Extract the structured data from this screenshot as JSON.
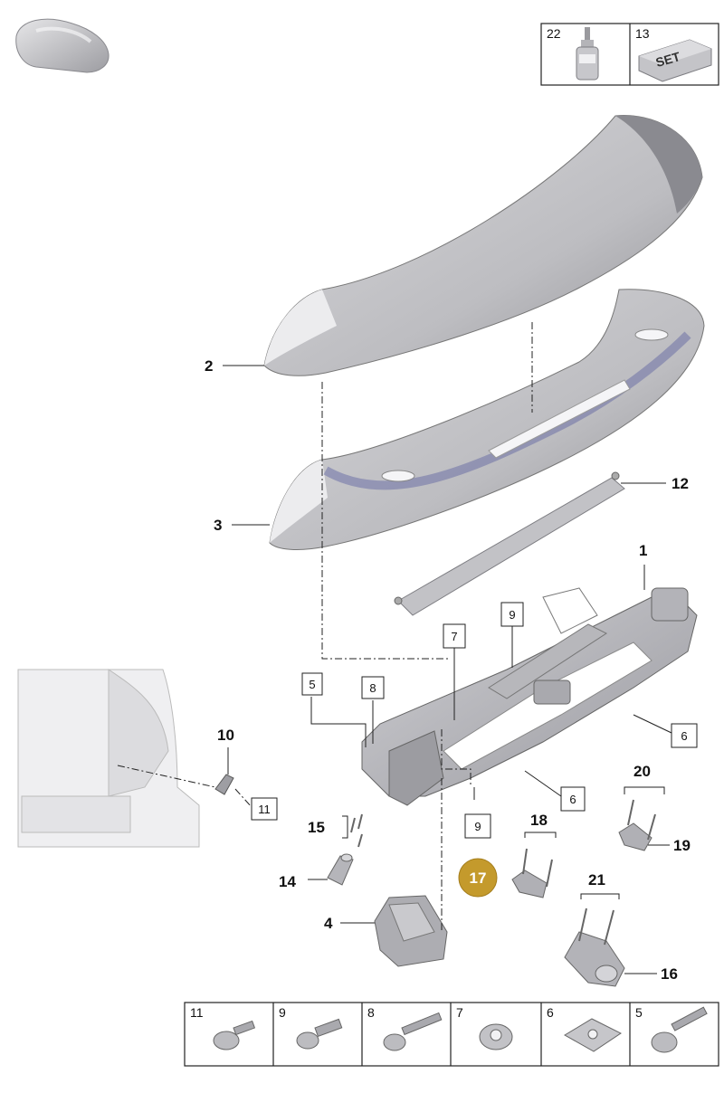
{
  "top_legend": [
    {
      "number": "22",
      "icon": "adhesive-bottle-icon"
    },
    {
      "number": "13",
      "icon": "set-box-icon",
      "text": "SET"
    }
  ],
  "callouts": {
    "c1": "1",
    "c2": "2",
    "c3": "3",
    "c4": "4",
    "c10": "10",
    "c12": "12",
    "c14": "14",
    "c15": "15",
    "c16": "16",
    "c17": "17",
    "c18": "18",
    "c19": "19",
    "c20": "20",
    "c21": "21"
  },
  "boxed_callouts": {
    "b5": "5",
    "b6a": "6",
    "b6b": "6",
    "b7": "7",
    "b8": "8",
    "b9a": "9",
    "b9b": "9",
    "b11": "11"
  },
  "bottom_legend": [
    "11",
    "9",
    "8",
    "7",
    "6",
    "5"
  ],
  "colors": {
    "highlight": "#c49a2c",
    "part_fill": "#c9c9cc",
    "part_light": "#e6e6e8",
    "line": "#222222"
  }
}
